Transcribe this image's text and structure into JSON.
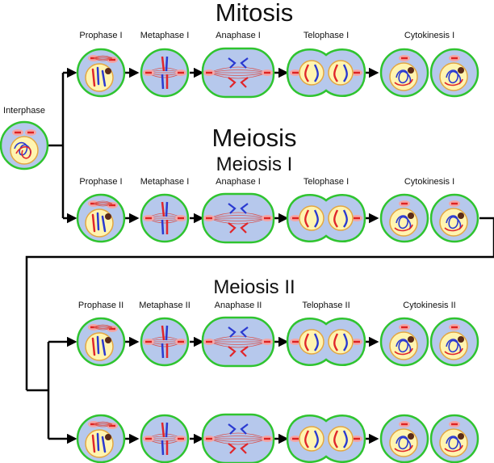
{
  "titles": {
    "mitosis": "Mitosis",
    "meiosis": "Meiosis",
    "meiosis_1": "Meiosis I",
    "meiosis_2": "Meiosis II"
  },
  "labels": {
    "interphase": "Interphase",
    "row1": [
      "Prophase I",
      "Metaphase I",
      "Anaphase I",
      "Telophase I",
      "Cytokinesis I"
    ],
    "row2": [
      "Prophase I",
      "Metaphase I",
      "Anaphase I",
      "Telophase I",
      "Cytokinesis I"
    ],
    "row3": [
      "Prophase II",
      "Metaphase II",
      "Anaphase II",
      "Telophase II",
      "Cytokinesis II"
    ]
  },
  "colors": {
    "cell_fill": "#b6c8ec",
    "membrane": "#2fc42f",
    "nucleus": "#fff4b0",
    "nucleus_edge": "#e4a640",
    "chromosome_red": "#e0262b",
    "chromosome_blue": "#2a3ad1",
    "centrosome": "#f4a6a6",
    "arrow": "#000000"
  }
}
